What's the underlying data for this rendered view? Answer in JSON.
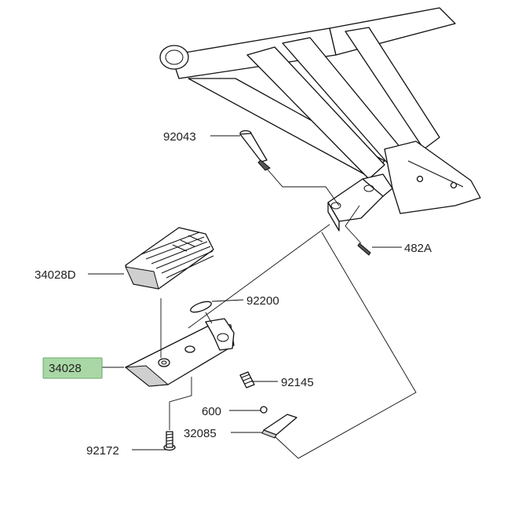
{
  "callouts": [
    {
      "id": "92043",
      "label": "92043",
      "highlighted": false
    },
    {
      "id": "482A",
      "label": "482A",
      "highlighted": false
    },
    {
      "id": "34028D",
      "label": "34028D",
      "highlighted": false
    },
    {
      "id": "92200",
      "label": "92200",
      "highlighted": false
    },
    {
      "id": "34028",
      "label": "34028",
      "highlighted": true
    },
    {
      "id": "92145",
      "label": "92145",
      "highlighted": false
    },
    {
      "id": "600",
      "label": "600",
      "highlighted": false
    },
    {
      "id": "32085",
      "label": "32085",
      "highlighted": false
    },
    {
      "id": "92172",
      "label": "92172",
      "highlighted": false
    }
  ],
  "colors": {
    "highlight_fill": "#a9d8a6",
    "highlight_stroke": "#6aa86a",
    "line": "#111111",
    "background": "#ffffff"
  }
}
